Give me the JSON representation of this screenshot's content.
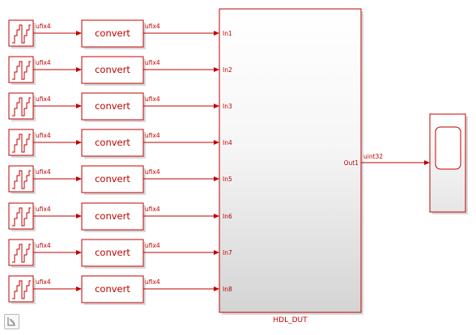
{
  "sources": [
    {
      "signal_type": "ufix4"
    },
    {
      "signal_type": "ufix4"
    },
    {
      "signal_type": "ufix4"
    },
    {
      "signal_type": "ufix4"
    },
    {
      "signal_type": "ufix4"
    },
    {
      "signal_type": "ufix4"
    },
    {
      "signal_type": "ufix4"
    },
    {
      "signal_type": "ufix4"
    }
  ],
  "converters": [
    {
      "label": "convert",
      "out_signal_type": "ufix4"
    },
    {
      "label": "convert",
      "out_signal_type": "ufix4"
    },
    {
      "label": "convert",
      "out_signal_type": "ufix4"
    },
    {
      "label": "convert",
      "out_signal_type": "ufix4"
    },
    {
      "label": "convert",
      "out_signal_type": "ufix4"
    },
    {
      "label": "convert",
      "out_signal_type": "ufix4"
    },
    {
      "label": "convert",
      "out_signal_type": "ufix4"
    },
    {
      "label": "convert",
      "out_signal_type": "ufix4"
    }
  ],
  "dut": {
    "name": "HDL_DUT",
    "inports": [
      "In1",
      "In2",
      "In3",
      "In4",
      "In5",
      "In6",
      "In7",
      "In8"
    ],
    "outport": "Out1",
    "out_signal_type": "uint32"
  },
  "scope": {},
  "colors": {
    "block_stroke": "#c00000",
    "dut_gradient_top": "#ffffff",
    "dut_gradient_bottom": "#d6d6d6"
  },
  "icons": {
    "source": "staircase-source-icon",
    "scope": "scope-screen-icon",
    "corner_button": "model-browser-toggle-icon"
  }
}
